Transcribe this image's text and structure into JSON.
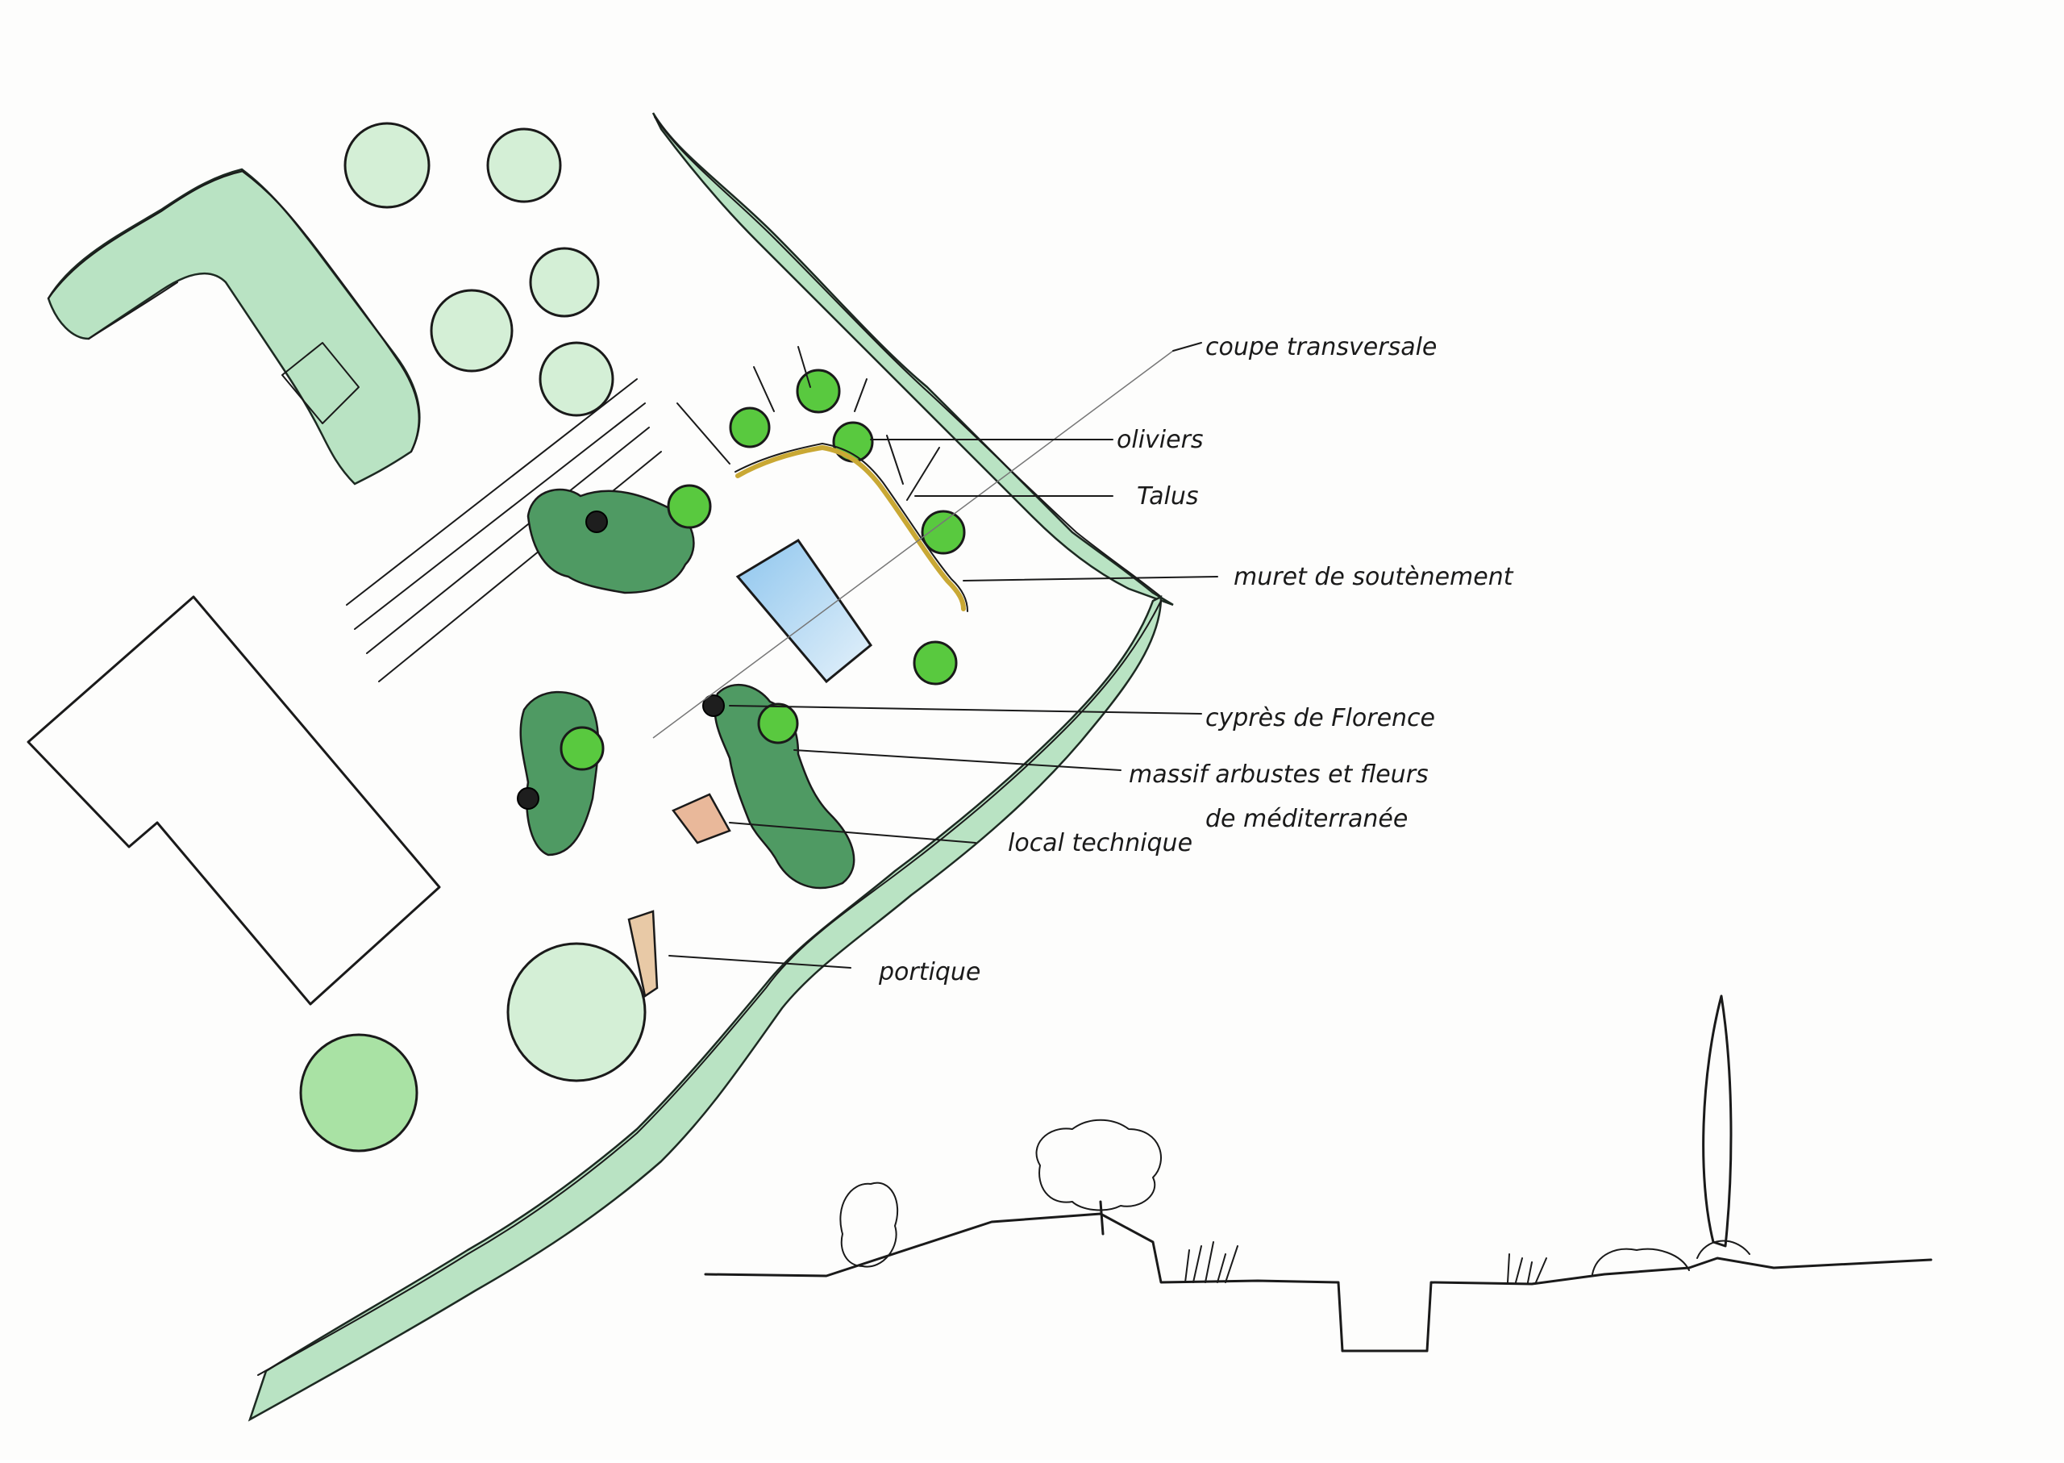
{
  "labels": {
    "coupe": "coupe transversale",
    "oliviers": "oliviers",
    "talus": "Talus",
    "muret": "muret de soutènement",
    "cypres": "cyprès de Florence",
    "massif_line1": "massif arbustes et fleurs",
    "massif_line2": "de méditerranée",
    "local": "local technique",
    "portique": "portique"
  },
  "colors": {
    "hedge": "#b9e3c3",
    "olive": "#59c93f",
    "massif": "#4f9a63",
    "pool": "#a9d3ef",
    "wall": "#c9a834",
    "local_technique": "#e9b89a",
    "portique": "#e8c9a6"
  }
}
